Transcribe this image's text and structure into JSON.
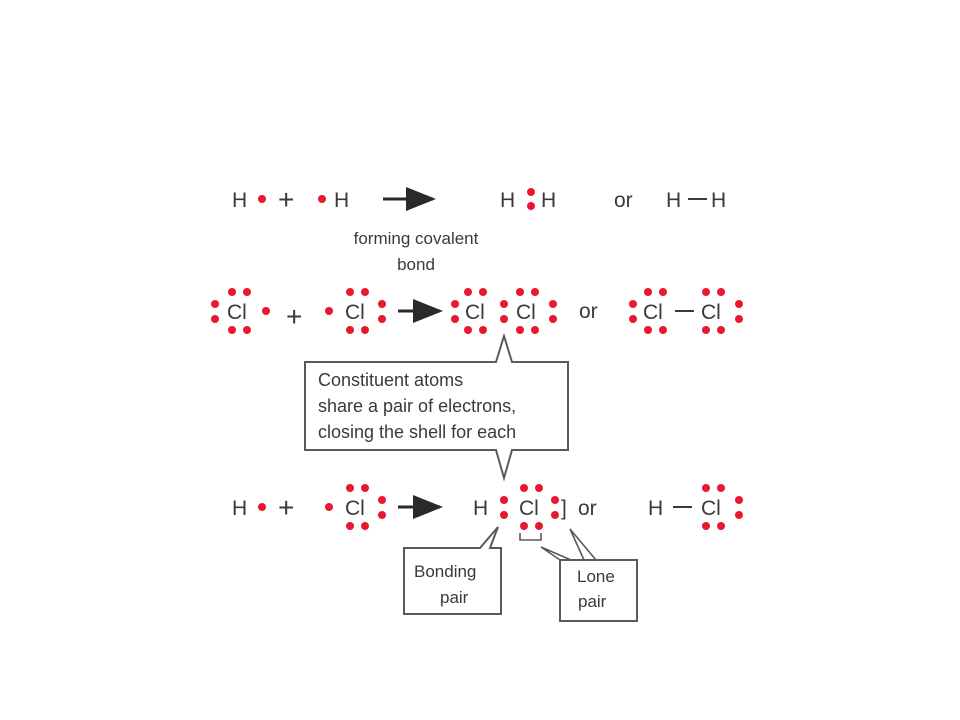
{
  "colors": {
    "electron": "#e8182f",
    "text": "#3a3a3a"
  },
  "symbols": {
    "H": "H",
    "Cl": "Cl",
    "plus": "+"
  },
  "labels": {
    "or": "or",
    "forming_line1": "forming covalent",
    "forming_line2": "bond",
    "bracket_close": "]"
  },
  "callout_shared": {
    "line1": "Constituent atoms",
    "line2": "share a pair of electrons,",
    "line3": "closing the shell for each"
  },
  "callout_bonding": {
    "line1": "Bonding",
    "line2": "pair"
  },
  "callout_lone": {
    "line1": "Lone",
    "line2": "pair"
  }
}
